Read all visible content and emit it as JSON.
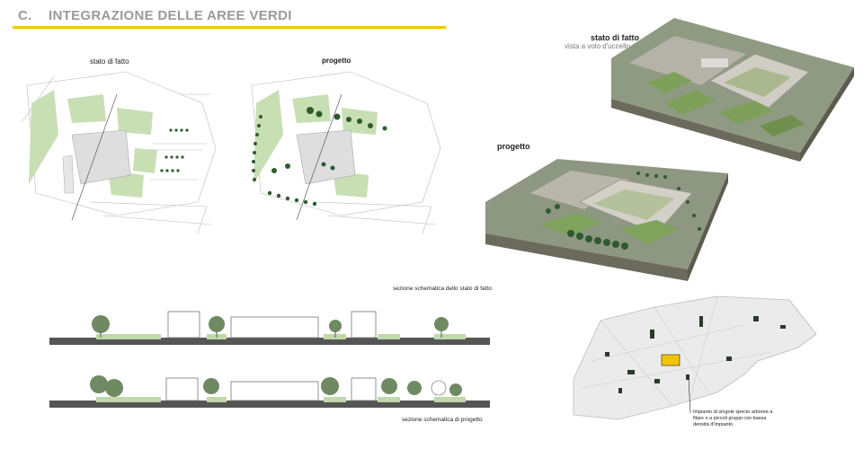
{
  "header": {
    "number": "C.",
    "title": "INTEGRAZIONE DELLE AREE VERDI"
  },
  "plans": {
    "existing_label": "stato di fatto",
    "project_label": "progetto"
  },
  "aerial": {
    "existing_label": "stato di fatto",
    "existing_sublabel": "vista a volo d'uccello",
    "project_label": "progetto"
  },
  "sections": {
    "existing_label": "sezione schematica dello stato di fatto",
    "project_label": "sezione schematica di progetto"
  },
  "map": {
    "note": "Impianto di singole specie arboree a filare o a piccoli gruppi con bassa densità d'impianto"
  },
  "colors": {
    "accent": "#f2c500",
    "green_area": "#bfd9aa",
    "tree_dark": "#2f5a2f",
    "ground": "#555555",
    "highlight": "#f2c500"
  }
}
